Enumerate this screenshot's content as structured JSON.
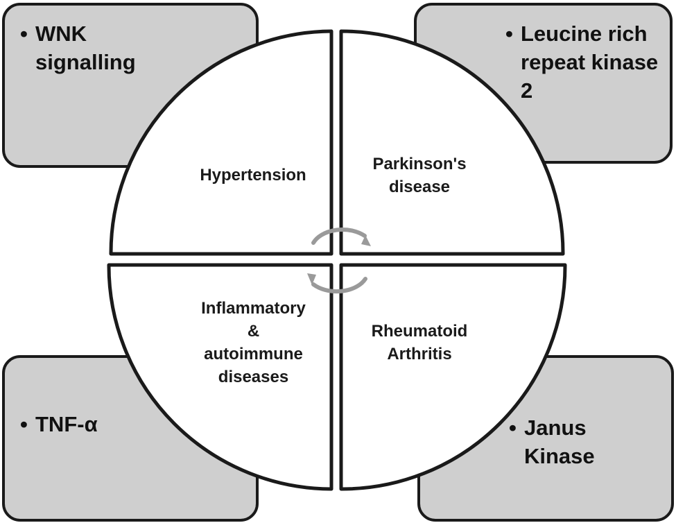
{
  "boxes": {
    "top_left": "WNK signalling",
    "top_right": "Leucine rich repeat kinase 2",
    "bottom_left": "TNF-α",
    "bottom_right": "Janus Kinase",
    "bullet": "•"
  },
  "quadrants": {
    "top_left": "Hypertension",
    "top_right": "Parkinson's\ndisease",
    "bottom_left": "Inflammatory\n&\nautoimmune\ndiseases",
    "bottom_right": "Rheumatoid\nArthritis"
  },
  "colors": {
    "box_fill": "#cfcfcf",
    "outline": "#1a1a1a",
    "circle_fill": "#ffffff",
    "arrow": "#9a9a9a"
  }
}
